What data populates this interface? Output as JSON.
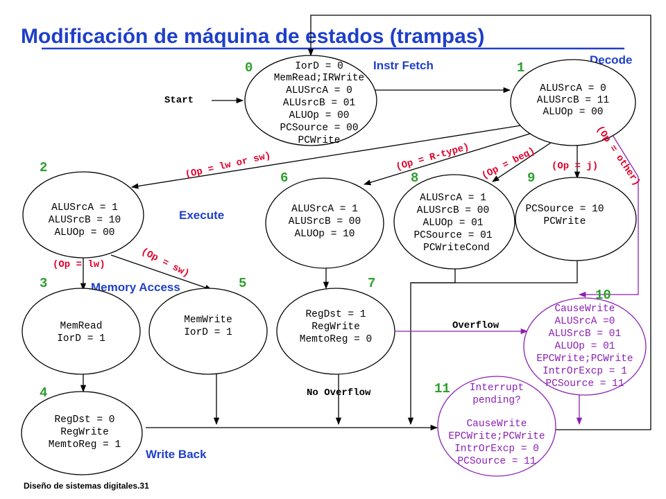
{
  "title": "Modificación de máquina de estados (trampas)",
  "footer": "Diseño de sistemas digitales.31",
  "phases": {
    "instr_fetch": "Instr Fetch",
    "decode": "Decode",
    "execute": "Execute",
    "memory_access": "Memory Access",
    "write_back": "Write Back"
  },
  "labels": {
    "start": "Start",
    "overflow": "Overflow",
    "no_overflow": "No Overflow"
  },
  "states": [
    {
      "id": "0",
      "lines": [
        "IorD = 0",
        "MemRead;IRWrite",
        "ALUSrcA = 0",
        "ALUsrcB = 01",
        "ALUOp = 00",
        "PCSource = 00",
        "PCWrite"
      ]
    },
    {
      "id": "1",
      "lines": [
        "ALUSrcA = 0",
        "ALUSrcB = 11",
        "ALUOp = 00"
      ]
    },
    {
      "id": "2",
      "lines": [
        "ALUSrcA = 1",
        "ALUSrcB = 10",
        "ALUOp = 00"
      ]
    },
    {
      "id": "3",
      "lines": [
        "MemRead",
        "IorD = 1"
      ]
    },
    {
      "id": "4",
      "lines": [
        "RegDst = 0",
        "RegWrite",
        "MemtoReg = 1"
      ]
    },
    {
      "id": "5",
      "lines": [
        "MemWrite",
        "IorD = 1"
      ]
    },
    {
      "id": "6",
      "lines": [
        "ALUSrcA = 1",
        "ALUSrcB = 00",
        "ALUOp = 10"
      ]
    },
    {
      "id": "7",
      "lines": [
        "RegDst = 1",
        "RegWrite",
        "MemtoReg = 0"
      ]
    },
    {
      "id": "8",
      "lines": [
        "ALUSrcA = 1",
        "ALUSrcB = 00",
        "ALUOp = 01",
        "PCSource = 01",
        "PCWriteCond"
      ]
    },
    {
      "id": "9",
      "lines": [
        "PCSource = 10",
        "PCWrite"
      ]
    },
    {
      "id": "10",
      "lines": [
        "CauseWrite",
        "ALUSrcA =0",
        "ALUSrcB = 01",
        "ALUOp = 01",
        "EPCWrite;PCWrite",
        "IntrOrExcp = 1",
        "PCSource = 11"
      ]
    },
    {
      "id": "11",
      "lines": [
        "Interrupt",
        "pending?",
        "",
        "CauseWrite",
        "EPCWrite;PCWrite",
        "IntrOrExcp = 0",
        "PCSource = 11"
      ]
    }
  ],
  "conditions": {
    "lw_or_sw": "(Op = lw or sw)",
    "r_type": "(Op = R-type)",
    "beq": "(Op = beq)",
    "j": "(Op = j)",
    "other": "(Op = other)",
    "lw": "(Op = lw)",
    "sw": "(Op = sw)"
  },
  "colors": {
    "title": "#1f3fc9",
    "state_number": "#2e9e2e",
    "condition": "#e0002a",
    "trap": "#8b1fb5"
  }
}
